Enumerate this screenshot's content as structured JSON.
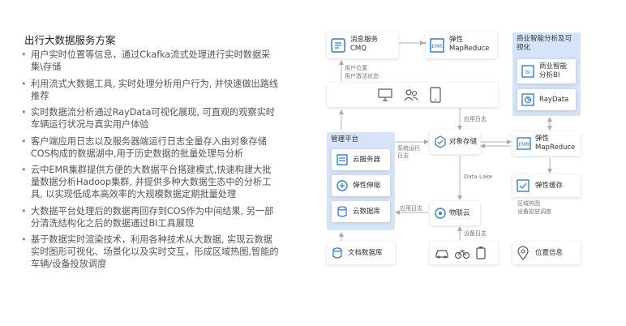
{
  "left": {
    "title": "出行大数据服务方案",
    "bullets": [
      "用户实时位置等信息，通过Ckafka流式处理进行实时数据采集\\存储",
      "利用流式大数据工具, 实时处理分析用户行为, 并快速做出路线推荐",
      "实时数据流分析通过RayData可视化展现, 可直观的观察实时车辆运行状况与真实用户体验",
      "客户端应用日志以及服务器端运行日志全量存入由对象存储COS构成的数据湖中,用于历史数据的批量处理与分析",
      "云中EMR集群提供方便的大数据平台搭建模式,快速构建大批量数据分析Hadoop集群, 并提供多种大数据生态中的分析工具, 以实现低成本高效率的大规模数据定期批量处理",
      "大数据平台处理后的数据再回存到COS作为中间结果, 另一部分清洗结构化之后的数据通过BI工具展现",
      "基于数据实时渲染技术，利用各种技术从大数据, 实现云数据实时图形可视化、场景化以及实时交互，形成区域热图,智能的车辆/设备投放调度"
    ]
  },
  "diagram": {
    "cmq": [
      "消息服务",
      "CMQ"
    ],
    "mapreduce_top": [
      "弹性",
      "MapReduce"
    ],
    "bi_panel_title": [
      "商业智能分析及可",
      "视化"
    ],
    "bi": [
      "商业智能",
      "分析BI"
    ],
    "raydata": "RayData",
    "user_location": [
      "用户位置",
      "用户激活状态"
    ],
    "app_log": "应用日志",
    "mgmt_title": "管理平台",
    "cloud_server": "云服务器",
    "elastic_scaling": "弹性伸缩",
    "cloud_db": "云数据库",
    "system_log": [
      "系统运行",
      "日志"
    ],
    "object_storage": "对象存储",
    "mapreduce_mid": [
      "弹性",
      "MapReduce"
    ],
    "data_lake": "Data Lake",
    "elastic_cache": "弹性缓存",
    "heatmap_dispatch": [
      "区域热图",
      "设备投放调度"
    ],
    "app_log2": "应用日志",
    "iot_cloud": "物联云",
    "device_log": "设备日志",
    "doc_db": "文档数据库",
    "location_info": "位置信息",
    "emr_badge": "EMR",
    "bi_badge": "BI"
  },
  "colors": {
    "accent": "#2f7fe0",
    "panel": "#d6e4f7",
    "line": "#b3b3b3"
  }
}
